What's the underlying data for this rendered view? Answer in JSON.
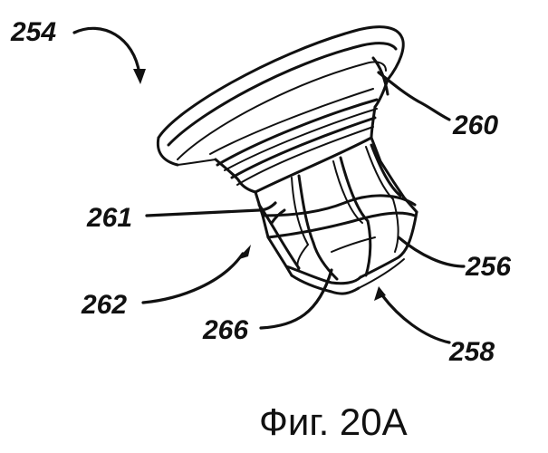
{
  "labels": {
    "ref_254": "254",
    "ref_260": "260",
    "ref_261": "261",
    "ref_262": "262",
    "ref_256": "256",
    "ref_266": "266",
    "ref_258": "258"
  },
  "caption": "Фиг. 20A"
}
